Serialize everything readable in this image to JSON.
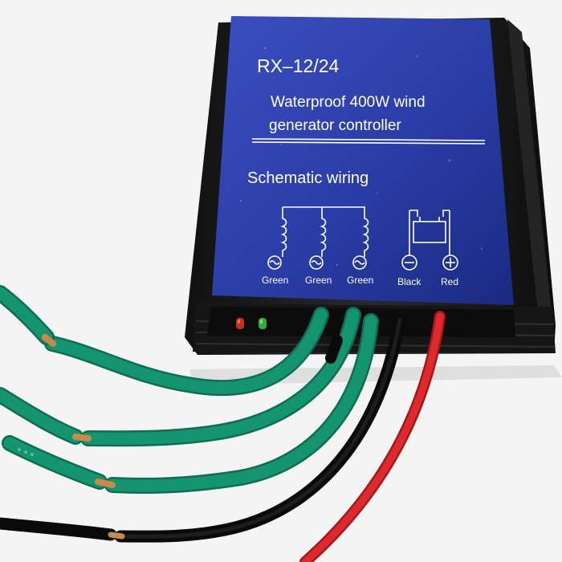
{
  "label": {
    "model": "RX–12/24",
    "title_line1": "Waterproof 400W wind",
    "title_line2": "generator controller",
    "section": "Schematic  wiring",
    "terminals": [
      {
        "text": "Green"
      },
      {
        "text": "Green"
      },
      {
        "text": "Green"
      },
      {
        "text": "Black"
      },
      {
        "text": "Red"
      }
    ]
  },
  "colors": {
    "label_blue": "#2a3fa8",
    "case_black": "#1c1c1c",
    "wire_green": "#149070",
    "wire_black": "#141414",
    "wire_red": "#d8262a",
    "copper": "#c88a4a"
  },
  "icons": [
    "coil-icon",
    "battery-icon",
    "ac-symbol-icon",
    "minus-icon",
    "plus-icon",
    "led-indicator-icon"
  ]
}
